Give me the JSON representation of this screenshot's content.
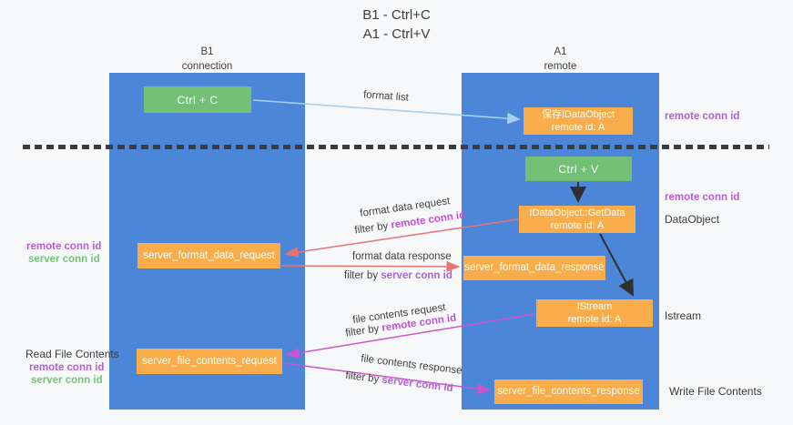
{
  "title": {
    "line1": "B1 - Ctrl+C",
    "line2": "A1 - Ctrl+V"
  },
  "lanes": {
    "b1": {
      "name": "B1",
      "subtitle": "connection"
    },
    "a1": {
      "name": "A1",
      "subtitle": "remote"
    }
  },
  "nodes": {
    "ctrl_c": {
      "label": "Ctrl + C"
    },
    "save_idataobject": {
      "line1": "保存IDataObject",
      "line2": "remote id: A"
    },
    "ctrl_v": {
      "label": "Ctrl + V"
    },
    "idataobject_getdata": {
      "line1": "IDataObject::GetData",
      "line2": "remote id: A"
    },
    "server_format_data_request": {
      "label": "server_format_data_request"
    },
    "server_format_data_response": {
      "label": "server_format_data_response"
    },
    "istream": {
      "line1": "IStream",
      "line2": "remote id: A"
    },
    "server_file_contents_request": {
      "label": "server_file_contents_request"
    },
    "server_file_contents_response": {
      "label": "server_file_contents_response"
    }
  },
  "edge_labels": {
    "format_list": "format list",
    "format_data_request": "format data request",
    "format_data_response": "format data response",
    "file_contents_request": "file contents request",
    "file_contents_response": "file contents response",
    "filter_by": "filter by",
    "remote_conn_id": "remote conn id",
    "server_conn_id": "server conn id"
  },
  "side_labels": {
    "remote_conn_id": "remote conn id",
    "server_conn_id": "server conn id",
    "dataobject": "DataObject",
    "istream": "Istream",
    "read_file_contents": "Read File Contents",
    "write_file_contents": "Write File Contents"
  },
  "colors": {
    "background": "#f7f8f9",
    "lane_blue": "#4c86d8",
    "node_orange": "#f9ad4a",
    "node_green": "#72bf75",
    "arrow_light_blue": "#a9cfee",
    "arrow_red": "#e87474",
    "arrow_magenta": "#cc55cc",
    "arrow_black": "#2f2f2f",
    "conn_id_purple": "#b85cd6",
    "conn_id_green": "#74c378",
    "dash_line": "#3c3c3c"
  }
}
